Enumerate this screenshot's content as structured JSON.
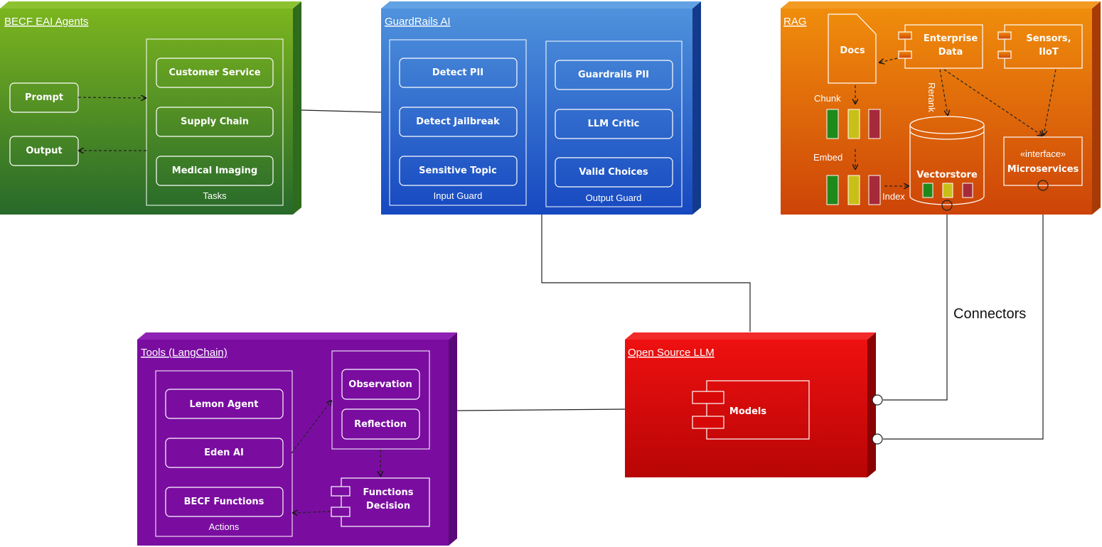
{
  "colors": {
    "agents_top": "#7cb51f",
    "agents_bottom": "#27692a",
    "guard_top": "#4f92dc",
    "guard_bottom": "#1648c0",
    "rag_top": "#f08d0c",
    "rag_bottom": "#cd4408",
    "tools": "#7a0da0",
    "llm_top": "#ee1010",
    "llm_bottom": "#b80505",
    "green_bar": "#1f8a1c",
    "yellow_bar": "#c8c018",
    "red_bar": "#a52a3a"
  },
  "agents": {
    "title": "BECF EAI Agents",
    "prompt": "Prompt",
    "output": "Output",
    "tasks": [
      "Customer Service",
      "Supply Chain",
      "Medical Imaging"
    ],
    "tasks_caption": "Tasks"
  },
  "guardrails": {
    "title": "GuardRails AI",
    "input_items": [
      "Detect PII",
      "Detect Jailbreak",
      "Sensitive Topic"
    ],
    "input_caption": "Input Guard",
    "output_items": [
      "Guardrails PII",
      "LLM Critic",
      "Valid Choices"
    ],
    "output_caption": "Output Guard"
  },
  "rag": {
    "title": "RAG",
    "docs": "Docs",
    "enterprise_data": [
      "Enterprise",
      "Data"
    ],
    "sensors": [
      "Sensors,",
      "IIoT"
    ],
    "chunk": "Chunk",
    "embed": "Embed",
    "index": "Index",
    "rerank": "Rerank",
    "vectorstore": "Vectorstore",
    "interface_stereotype": "«interface»",
    "microservices": "Microservices"
  },
  "tools": {
    "title": "Tools (LangChain)",
    "actions": [
      "Lemon Agent",
      "Eden AI",
      "BECF Functions"
    ],
    "actions_caption": "Actions",
    "observation": "Observation",
    "reflection": "Reflection",
    "functions_decision": [
      "Functions",
      "Decision"
    ]
  },
  "llm": {
    "title": "Open Source LLM",
    "models": "Models"
  },
  "connectors_label": "Connectors"
}
